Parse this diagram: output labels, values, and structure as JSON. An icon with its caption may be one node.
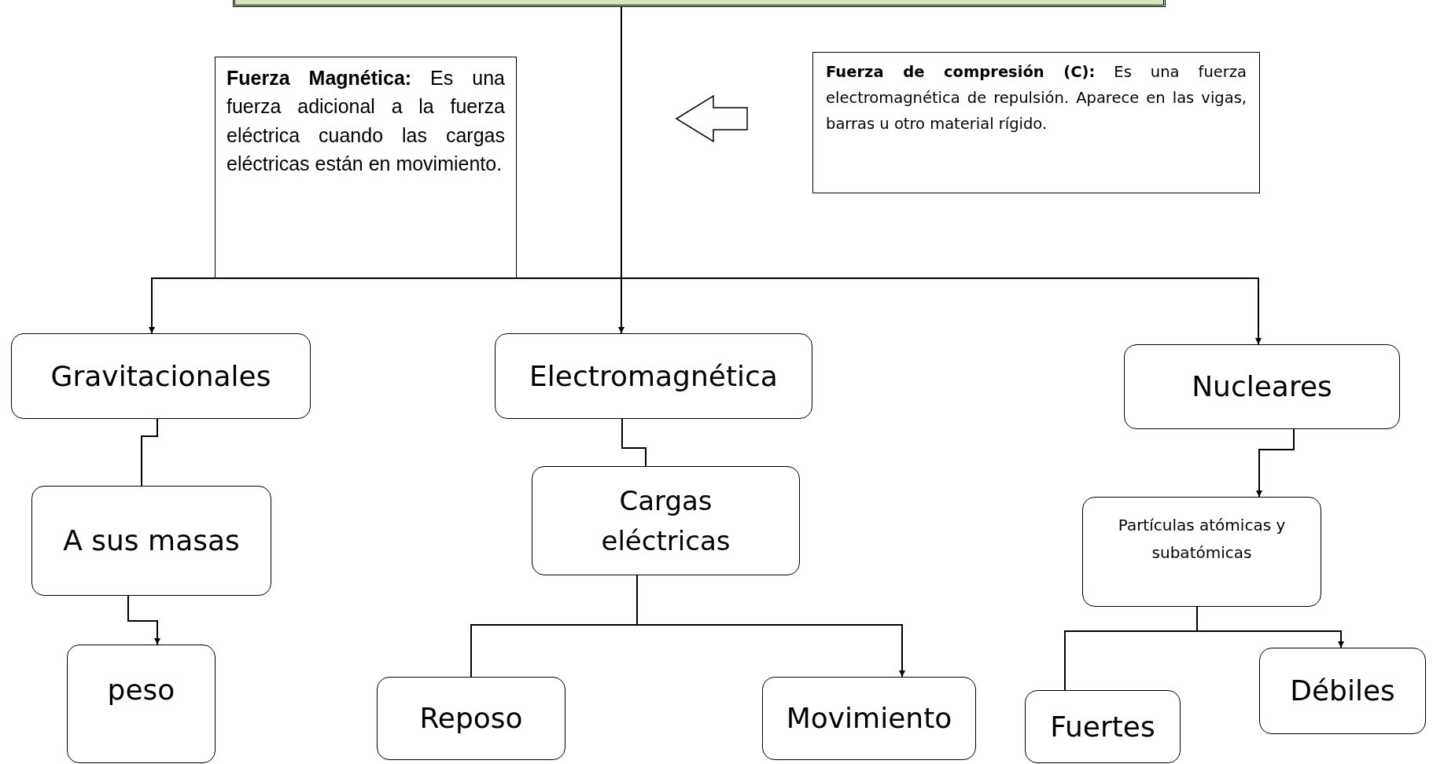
{
  "diagram": {
    "nodes": [
      {
        "text": [],
        "shape": "box"
      },
      {
        "text": [
          "**Fuerza Magnética:** Es una fuerza adicional a la fuerza eléctrica cuando las cargas eléctricas están en movimiento."
        ]
      },
      {
        "text": [
          "**Fuerza de compresión (C):** Es una fuerza electromagnética de repulsión. Aparece en las vigas, barras u otro material rígido."
        ]
      },
      {
        "text": [
          "Gravitacionales"
        ]
      },
      {
        "text": [
          "Electromagnética"
        ]
      },
      {
        "text": [
          "Nucleares"
        ]
      },
      {
        "text": [
          "A sus masas"
        ]
      },
      {
        "text": [
          "Cargas eléctricas"
        ]
      },
      {
        "text": [
          "Partículas atómicas y subatómicas"
        ]
      },
      {
        "text": [
          "peso"
        ]
      },
      {
        "text": [
          "Reposo"
        ]
      },
      {
        "text": [
          "Movimiento"
        ]
      },
      {
        "text": [
          "Fuertes"
        ]
      },
      {
        "text": [
          "Débiles"
        ]
      }
    ],
    "edges": [
      {
        "from": 0,
        "to": 3,
        "arrow": "to"
      },
      {
        "from": 0,
        "to": 4,
        "arrow": "to"
      },
      {
        "from": 0,
        "to": 5,
        "arrow": "to"
      },
      {
        "from": 3,
        "to": 6,
        "arrow": "none"
      },
      {
        "from": 6,
        "to": 9,
        "arrow": "to"
      },
      {
        "from": 4,
        "to": 7,
        "arrow": "none"
      },
      {
        "from": 7,
        "to": 10,
        "arrow": "none"
      },
      {
        "from": 7,
        "to": 11,
        "arrow": "to"
      },
      {
        "from": 5,
        "to": 8,
        "arrow": "to"
      },
      {
        "from": 8,
        "to": 12,
        "arrow": "none"
      },
      {
        "from": 8,
        "to": 13,
        "arrow": "to"
      }
    ]
  }
}
